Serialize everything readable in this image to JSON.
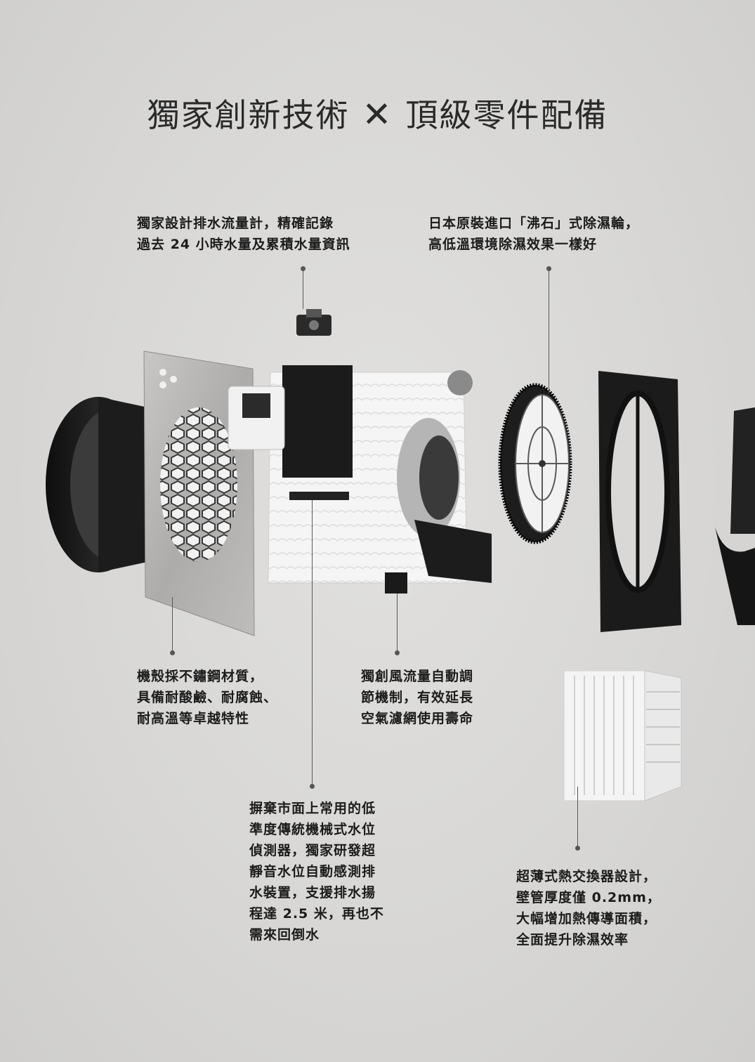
{
  "title": {
    "left": "獨家創新技術",
    "sep": "✕",
    "right": "頂級零件配備"
  },
  "callouts": {
    "flowmeter": [
      "獨家設計排水流量計，精確記錄",
      "過去 24 小時水量及累積水量資訊"
    ],
    "zeolite": [
      "日本原裝進口「沸石」式除濕輪，",
      "高低溫環境除濕效果一樣好"
    ],
    "casing": [
      "機殼採不鏽鋼材質，",
      "具備耐酸鹼、耐腐蝕、",
      "耐高溫等卓越特性"
    ],
    "airflow": [
      "獨創風流量自動調",
      "節機制，有效延長",
      "空氣濾網使用壽命"
    ],
    "pump": [
      "摒棄市面上常用的低",
      "準度傳統機械式水位",
      "偵測器，獨家研發超",
      "靜音水位自動感測排",
      "水裝置，支援排水揚",
      "程達 2.5 米，再也不",
      "需來回倒水"
    ],
    "exchanger": [
      "超薄式熱交換器設計，",
      "壁管厚度僅 0.2mm，",
      "大幅增加熱傳導面積，",
      "全面提升除濕效率"
    ]
  },
  "colors": {
    "background": "#dcdbd9",
    "text": "#1c1c1c",
    "leader": "#5a5a5a",
    "component_dark": "#1a1a1a",
    "steel": "#b9b8b6",
    "white_part": "#f4f4f4"
  },
  "icons": [
    "honeycomb-filter-icon",
    "zeolite-wheel-icon",
    "fan-icon"
  ]
}
